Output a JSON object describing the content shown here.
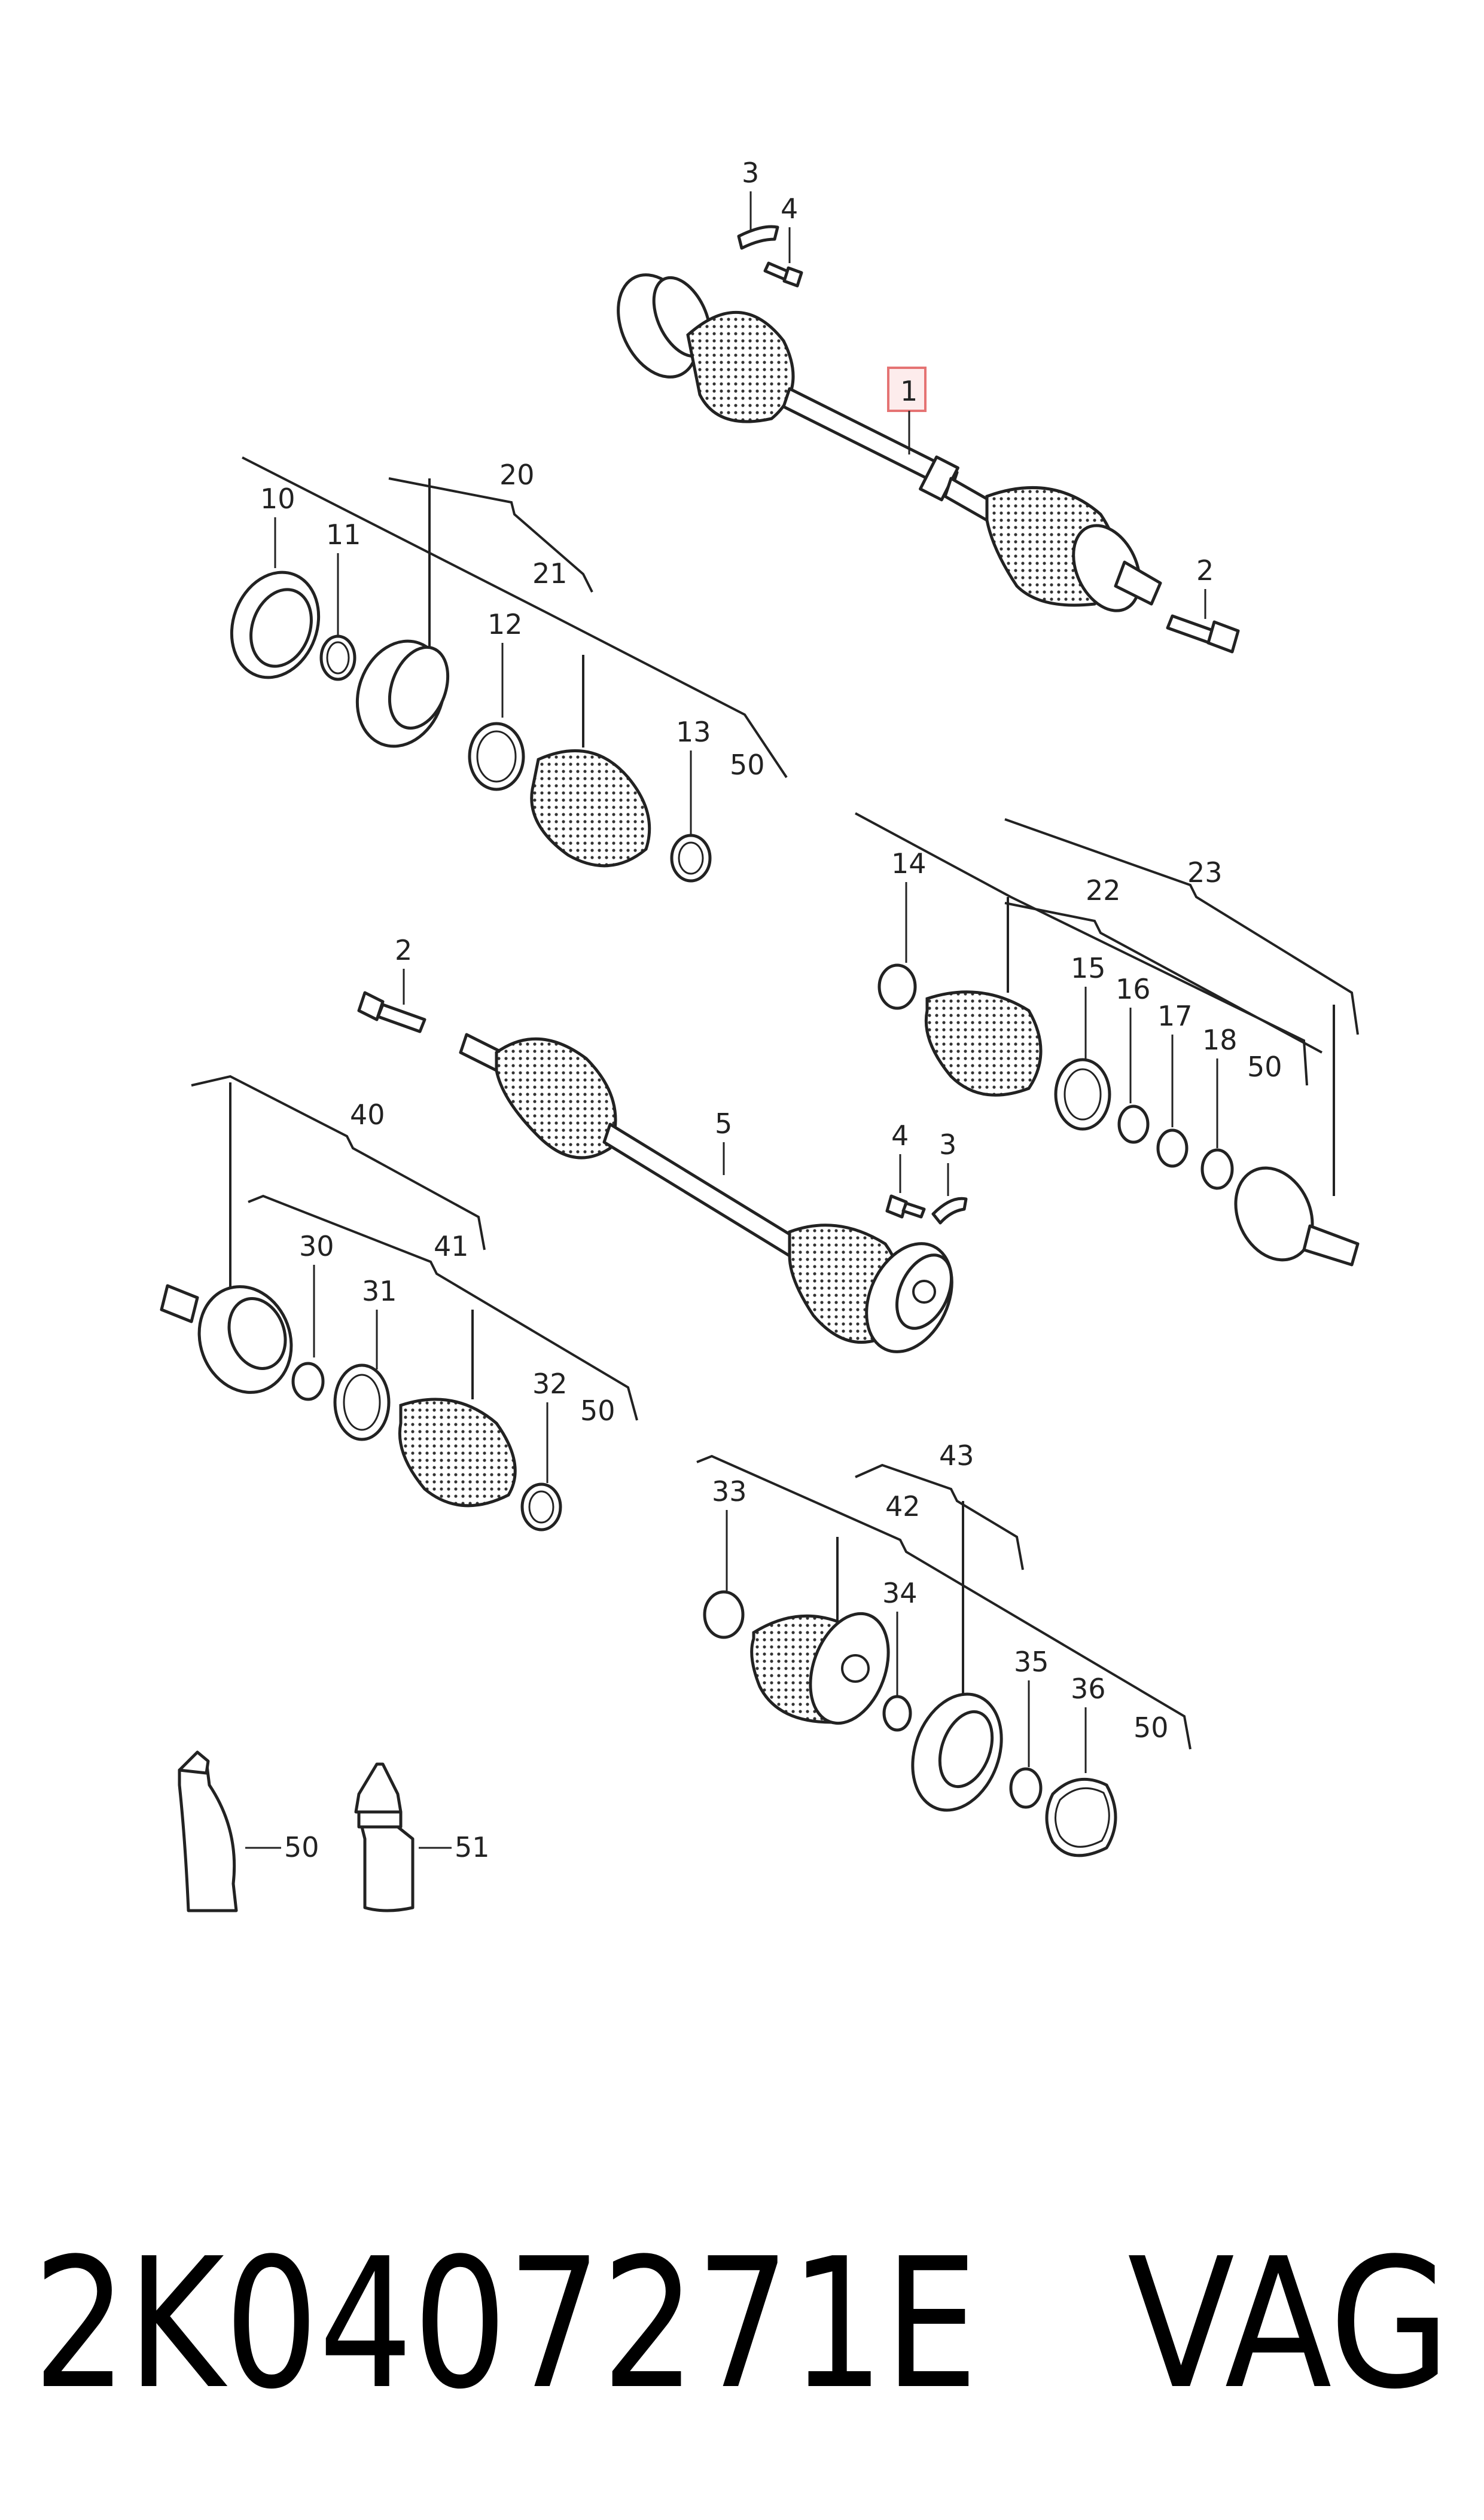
{
  "diagram": {
    "part_number": "2K0407271E",
    "brand": "VAG",
    "highlight_color": "#e57373",
    "highlight_fill": "#fdecec",
    "callouts": [
      "1",
      "2",
      "3",
      "4",
      "5",
      "10",
      "11",
      "12",
      "13",
      "14",
      "15",
      "16",
      "17",
      "18",
      "20",
      "21",
      "22",
      "23",
      "30",
      "31",
      "32",
      "33",
      "34",
      "35",
      "36",
      "40",
      "41",
      "42",
      "43",
      "50",
      "51"
    ],
    "labels": {
      "top_3": "3",
      "top_4": "4",
      "top_1": "1",
      "top_2": "2",
      "g1_20": "20",
      "g1_21": "21",
      "g1_10": "10",
      "g1_11": "11",
      "g1_12": "12",
      "g1_13": "13",
      "g1_50": "50",
      "g2_14": "14",
      "g2_22": "22",
      "g2_23": "23",
      "g2_15": "15",
      "g2_16": "16",
      "g2_17": "17",
      "g2_18": "18",
      "g2_50": "50",
      "mid_2": "2",
      "mid_5": "5",
      "mid_4": "4",
      "mid_3": "3",
      "g3_40": "40",
      "g3_41": "41",
      "g3_30": "30",
      "g3_31": "31",
      "g3_32": "32",
      "g3_50": "50",
      "g4_43": "43",
      "g4_42": "42",
      "g4_33": "33",
      "g4_34": "34",
      "g4_35": "35",
      "g4_36": "36",
      "g4_50": "50",
      "grease_50": "50",
      "bottle_51": "51"
    }
  }
}
